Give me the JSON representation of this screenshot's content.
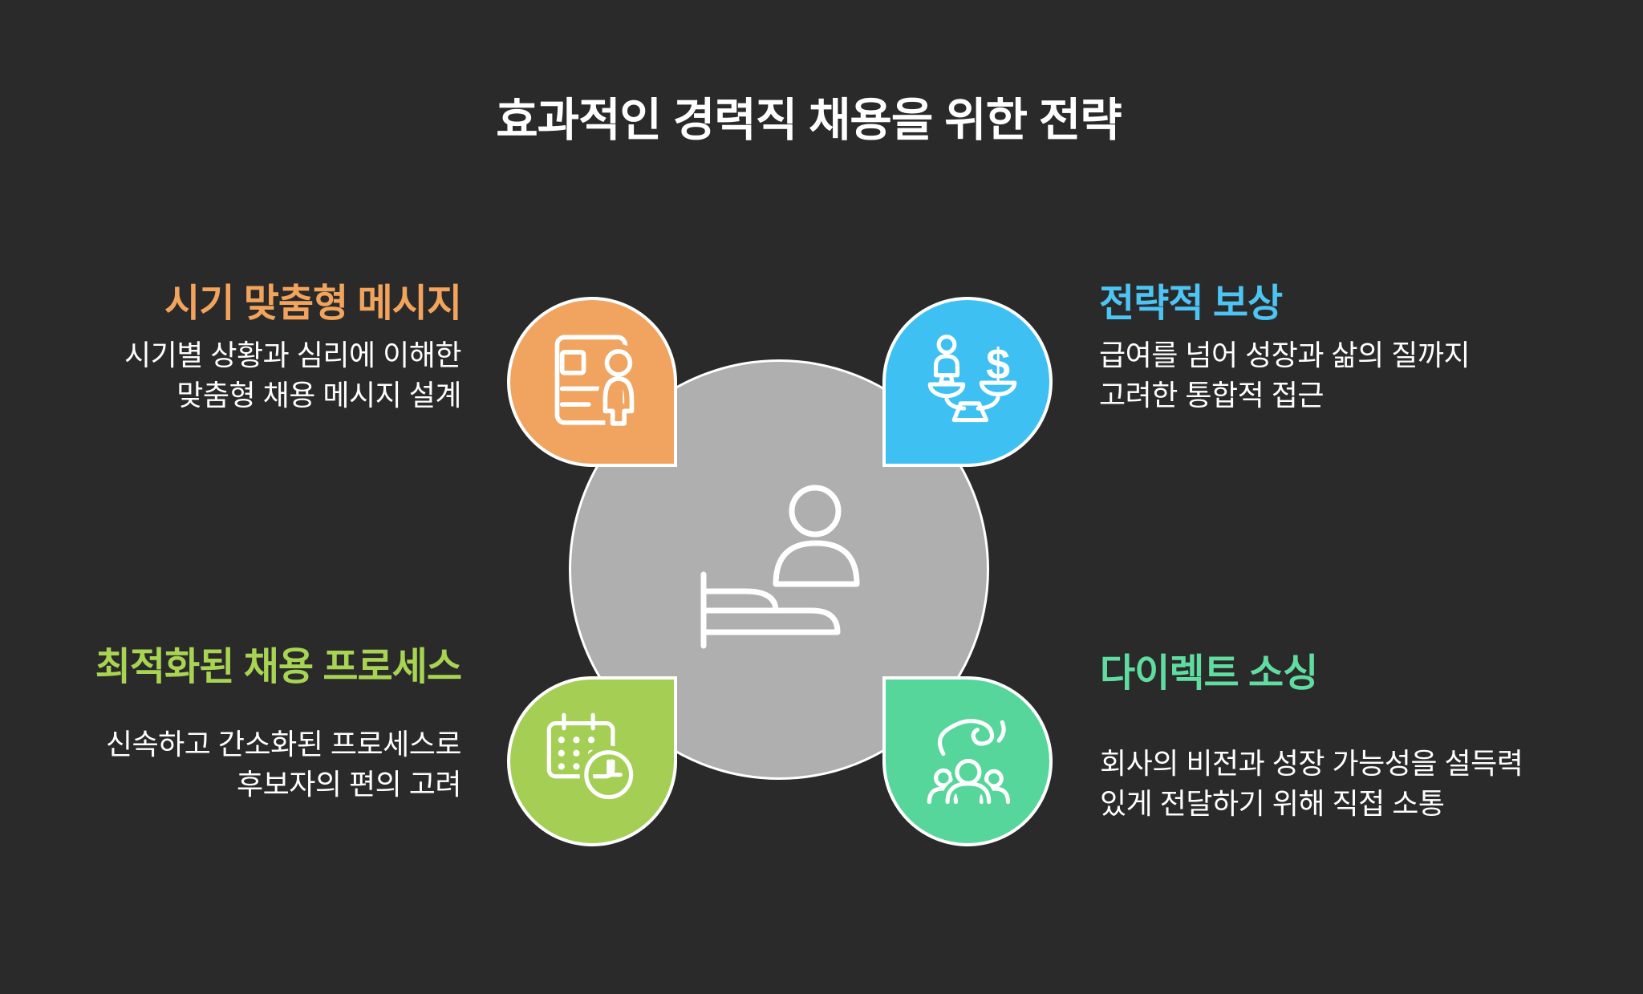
{
  "title": {
    "text": "효과적인 경력직 채용을 위한 전략",
    "color": "#FFFFFF"
  },
  "background_color": "#2A2A2A",
  "center": {
    "circle_color": "#AFAFAF",
    "outline_color": "#FFFFFF",
    "icon": "recruited-person-icon"
  },
  "items": [
    {
      "position": "top-left",
      "heading": "시기 맞춤형 메시지",
      "heading_color": "#F2A45C",
      "petal_color": "#F0A45F",
      "icon": "resume-person-icon",
      "desc_line1": "시기별 상황과 심리에 이해한",
      "desc_line2": "맞춤형 채용 메시지 설계",
      "desc_color": "#FFFFFF"
    },
    {
      "position": "top-right",
      "heading": "전략적 보상",
      "heading_color": "#4DC5F4",
      "petal_color": "#3EC1F2",
      "icon": "salary-balance-icon",
      "desc_line1": "급여를 넘어 성장과 삶의 질까지",
      "desc_line2": "고려한 통합적 접근",
      "desc_color": "#FFFFFF"
    },
    {
      "position": "bottom-left",
      "heading": "최적화된 채용 프로세스",
      "heading_color": "#A8D453",
      "petal_color": "#A5CE55",
      "icon": "calendar-clock-icon",
      "desc_line1": "신속하고 간소화된 프로세스로",
      "desc_line2": "후보자의 편의 고려",
      "desc_color": "#FFFFFF"
    },
    {
      "position": "bottom-right",
      "heading": "다이렉트 소싱",
      "heading_color": "#60DCA1",
      "petal_color": "#56D69B",
      "icon": "hand-picking-people-icon",
      "desc_line1": "회사의 비전과 성장 가능성을 설득력",
      "desc_line2": "있게 전달하기 위해 직접 소통",
      "desc_color": "#FFFFFF"
    }
  ]
}
